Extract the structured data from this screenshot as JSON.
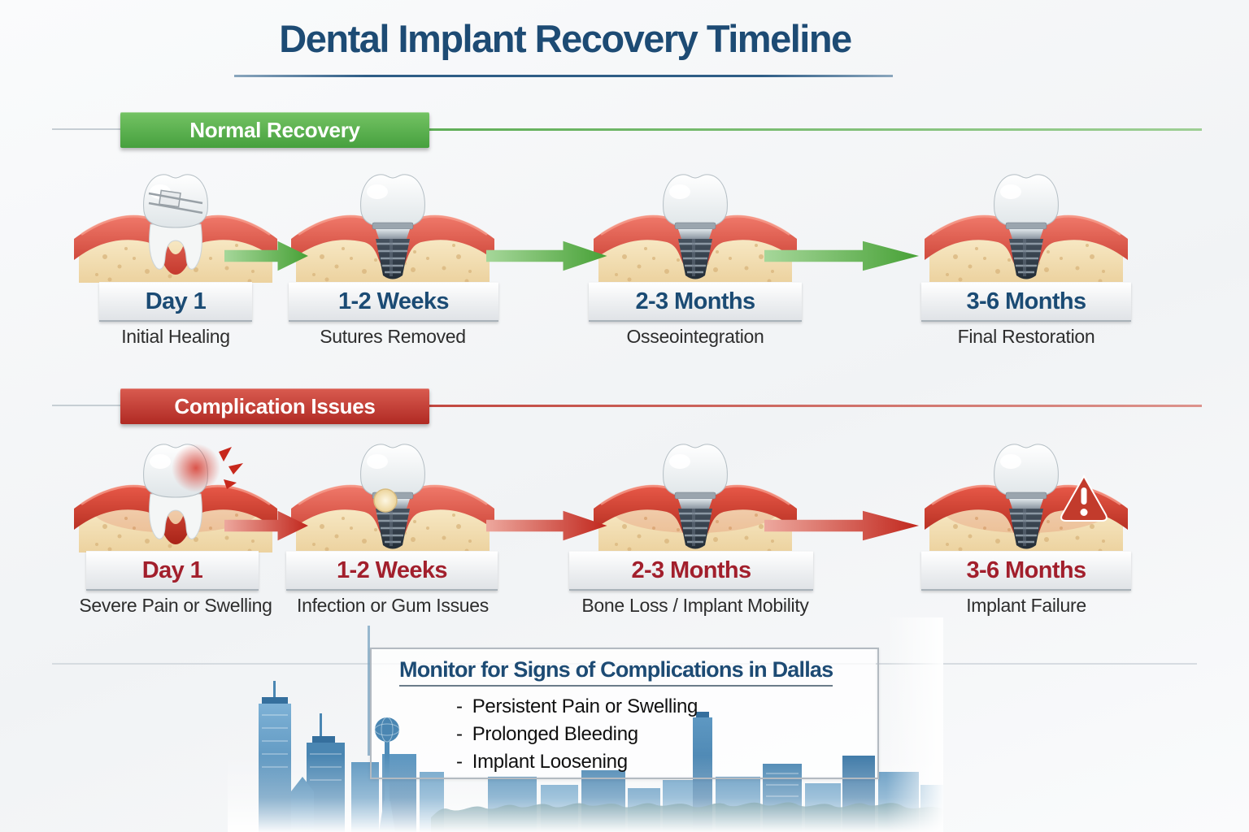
{
  "title": "Dental Implant Recovery Timeline",
  "sections": {
    "normal": {
      "banner": "Normal Recovery",
      "stages": [
        {
          "time": "Day 1",
          "label": "Initial Healing",
          "illustration": "natural-tooth-sutured-icon"
        },
        {
          "time": "1-2 Weeks",
          "label": "Sutures Removed",
          "illustration": "implant-crown-icon"
        },
        {
          "time": "2-3 Months",
          "label": "Osseointegration",
          "illustration": "implant-crown-icon"
        },
        {
          "time": "3-6 Months",
          "label": "Final Restoration",
          "illustration": "implant-crown-icon"
        }
      ]
    },
    "complication": {
      "banner": "Complication Issues",
      "stages": [
        {
          "time": "Day 1",
          "label": "Severe Pain or Swelling",
          "illustration": "inflamed-tooth-pain-icon"
        },
        {
          "time": "1-2 Weeks",
          "label": "Infection or Gum Issues",
          "illustration": "implant-gum-abscess-icon"
        },
        {
          "time": "2-3 Months",
          "label": "Bone Loss / Implant Mobility",
          "illustration": "implant-inflamed-gum-icon"
        },
        {
          "time": "3-6 Months",
          "label": "Implant Failure",
          "illustration": "implant-failure-warning-icon"
        }
      ]
    }
  },
  "monitor_box": {
    "title": "Monitor for Signs of Complications in Dallas",
    "bullet": "-",
    "items": [
      "Persistent Pain or Swelling",
      "Prolonged Bleeding",
      "Implant Loosening"
    ]
  },
  "colors": {
    "title-blue": "#1d4b74",
    "normal-accent": "#46a03e",
    "complication-accent": "#b02a23",
    "normal-time": "#1b4b74",
    "complication-time": "#a21f2c",
    "body-text": "#2d2d2d",
    "normal-arrow-light": "#a6d79a",
    "normal-arrow-dark": "#47a136",
    "complication-arrow-light": "#eda89e",
    "complication-arrow-dark": "#c1271d",
    "skyline-blue": "#4a86b2",
    "gum-red": "#c53a2e",
    "bone-tan": "#ecd29f"
  }
}
